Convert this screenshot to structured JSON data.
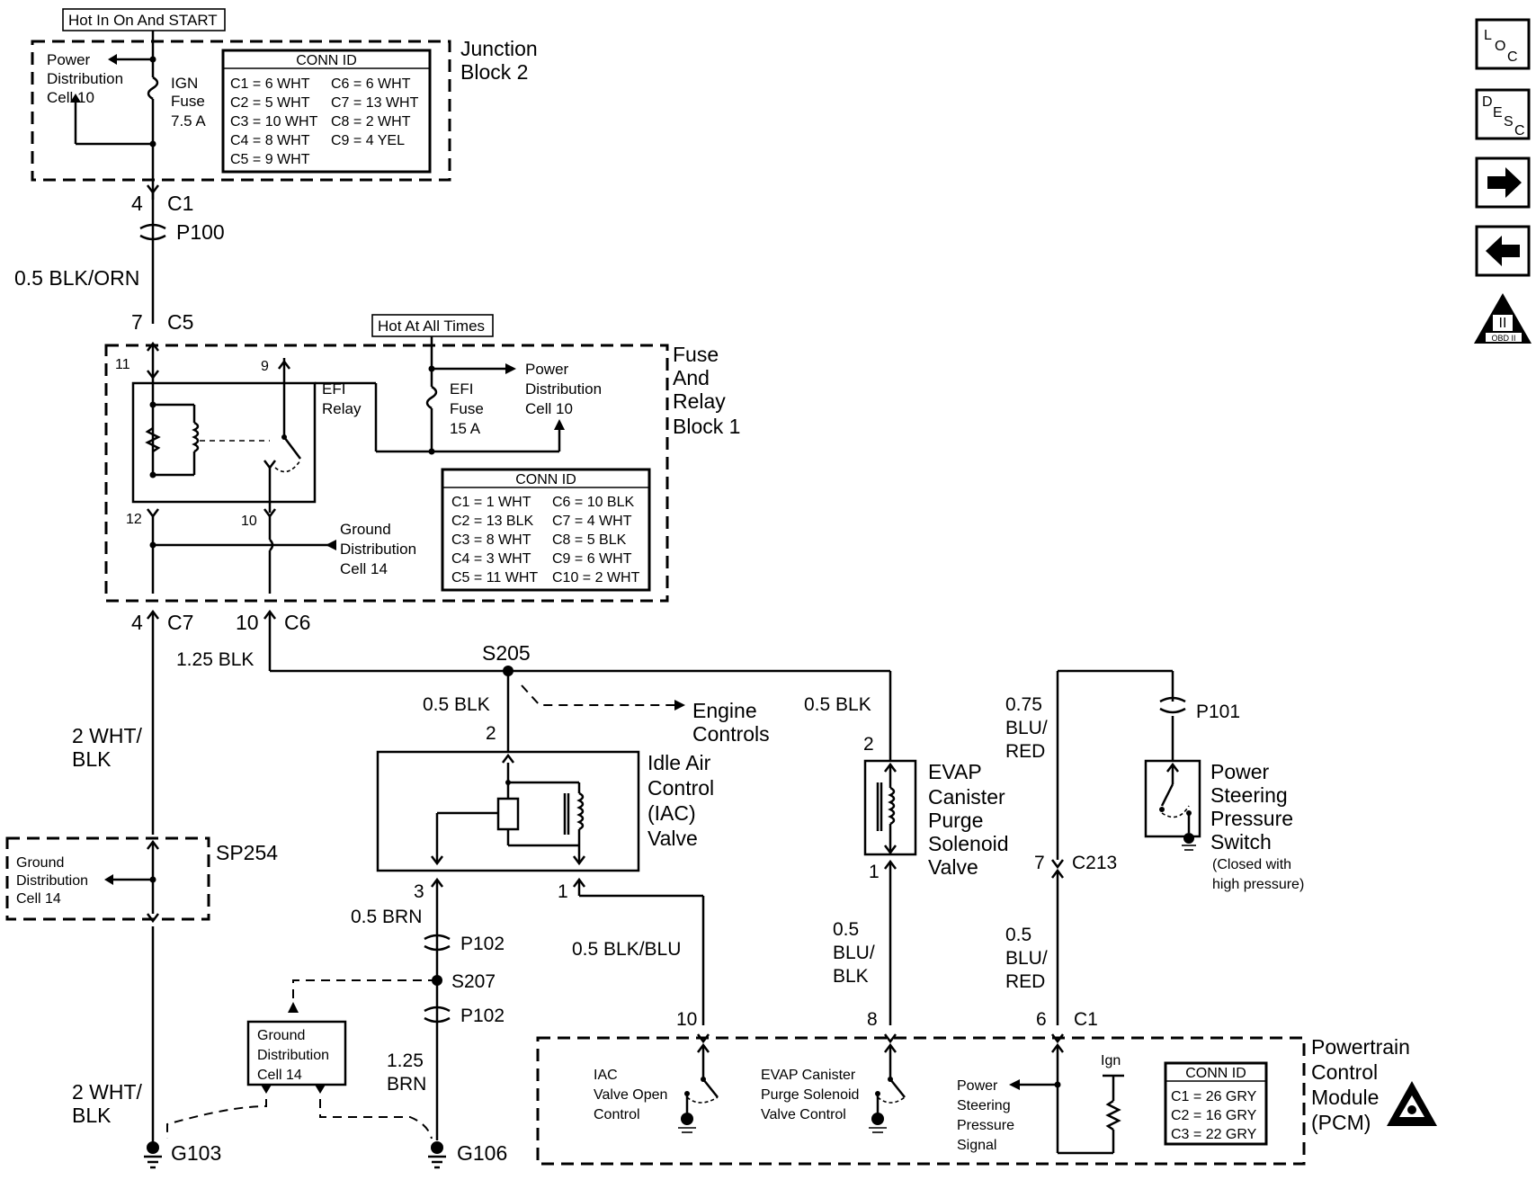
{
  "junction_block": {
    "label": "Hot In On And START",
    "title_line1": "Junction",
    "title_line2": "Block 2",
    "pdc_line1": "Power",
    "pdc_line2": "Distribution",
    "pdc_line3": "Cell 10",
    "fuse_line1": "IGN",
    "fuse_line2": "Fuse",
    "fuse_line3": "7.5 A",
    "conn_title": "CONN ID",
    "conn_rows": [
      [
        "C1 = 6 WHT",
        "C6 = 6 WHT"
      ],
      [
        "C2 = 5 WHT",
        "C7 = 13 WHT"
      ],
      [
        "C3 = 10 WHT",
        "C8 = 2 WHT"
      ],
      [
        "C4 = 8 WHT",
        "C9 = 4 YEL"
      ],
      [
        "C5 = 9 WHT",
        ""
      ]
    ]
  },
  "top_wire": {
    "pin_c1": "4",
    "conn_c1": "C1",
    "p100": "P100",
    "wire": "0.5 BLK/ORN",
    "pin_c5": "7",
    "conn_c5": "C5"
  },
  "fuse_relay_block": {
    "hot_label": "Hot At All Times",
    "title_line1": "Fuse",
    "title_line2": "And",
    "title_line3": "Relay",
    "title_line4": "Block 1",
    "relay_line1": "EFI",
    "relay_line2": "Relay",
    "fuse_line1": "EFI",
    "fuse_line2": "Fuse",
    "fuse_line3": "15 A",
    "pdc_line1": "Power",
    "pdc_line2": "Distribution",
    "pdc_line3": "Cell 10",
    "gnd_line1": "Ground",
    "gnd_line2": "Distribution",
    "gnd_line3": "Cell 14",
    "pin_11": "11",
    "pin_9": "9",
    "pin_12": "12",
    "pin_10": "10",
    "conn_title": "CONN ID",
    "conn_rows": [
      [
        "C1 = 1 WHT",
        "C6 = 10 BLK"
      ],
      [
        "C2 = 13 BLK",
        "C7 = 4 WHT"
      ],
      [
        "C3 = 8 WHT",
        "C8 = 5 BLK"
      ],
      [
        "C4 = 3 WHT",
        "C9 = 6 WHT"
      ],
      [
        "C5 = 11 WHT",
        "C10 = 2 WHT"
      ]
    ]
  },
  "wires": {
    "c7_pin": "4",
    "c7": "C7",
    "c6_pin": "10",
    "c6": "C6",
    "blk_125": "1.25 BLK",
    "s205": "S205",
    "blk_05_iac": "0.5 BLK",
    "engine_line1": "Engine",
    "engine_line2": "Controls",
    "blk_05_evap": "0.5 BLK",
    "wht_blk_1_line1": "2 WHT/",
    "wht_blk_1_line2": "BLK",
    "sp254": "SP254",
    "sp_gnd_line1": "Ground",
    "sp_gnd_line2": "Distribution",
    "sp_gnd_line3": "Cell 14",
    "wht_blk_2_line1": "2 WHT/",
    "wht_blk_2_line2": "BLK",
    "g103": "G103",
    "iac_pin2": "2",
    "iac_pin3": "3",
    "iac_pin1": "1",
    "brn_05": "0.5 BRN",
    "p102_a": "P102",
    "s207": "S207",
    "p102_b": "P102",
    "brn_125_line1": "1.25",
    "brn_125_line2": "BRN",
    "g106": "G106",
    "gnd14_line1": "Ground",
    "gnd14_line2": "Distribution",
    "gnd14_line3": "Cell 14",
    "blk_blu": "0.5 BLK/BLU",
    "evap_pin2": "2",
    "evap_pin1": "1",
    "blu_blk_line1": "0.5",
    "blu_blk_line2": "BLU/",
    "blu_blk_line3": "BLK",
    "blu_red_top_line1": "0.75",
    "blu_red_top_line2": "BLU/",
    "blu_red_top_line3": "RED",
    "p101": "P101",
    "c213_pin": "7",
    "c213": "C213",
    "blu_red_bot_line1": "0.5",
    "blu_red_bot_line2": "BLU/",
    "blu_red_bot_line3": "RED"
  },
  "iac_valve": {
    "line1": "Idle Air",
    "line2": "Control",
    "line3": "(IAC)",
    "line4": "Valve"
  },
  "evap_valve": {
    "line1": "EVAP",
    "line2": "Canister",
    "line3": "Purge",
    "line4": "Solenoid",
    "line5": "Valve"
  },
  "ps_switch": {
    "line1": "Power",
    "line2": "Steering",
    "line3": "Pressure",
    "line4": "Switch",
    "line5": "(Closed with",
    "line6": "high pressure)"
  },
  "pcm": {
    "title_line1": "Powertrain",
    "title_line2": "Control",
    "title_line3": "Module",
    "title_line4": "(PCM)",
    "pin_10": "10",
    "pin_8": "8",
    "pin_6": "6",
    "c1": "C1",
    "iac_line1": "IAC",
    "iac_line2": "Valve Open",
    "iac_line3": "Control",
    "evap_line1": "EVAP Canister",
    "evap_line2": "Purge Solenoid",
    "evap_line3": "Valve Control",
    "ps_line1": "Power",
    "ps_line2": "Steering",
    "ps_line3": "Pressure",
    "ps_line4": "Signal",
    "ign": "Ign",
    "conn_title": "CONN ID",
    "conn_rows": [
      "C1 = 26 GRY",
      "C2 = 16 GRY",
      "C3 = 22 GRY"
    ]
  },
  "nav": {
    "loc_l": "L",
    "loc_o": "O",
    "loc_c": "C",
    "desc_d": "D",
    "desc_e": "E",
    "desc_s": "S",
    "desc_c": "C",
    "obd_label": "OBD II",
    "obd_roman": "II"
  }
}
